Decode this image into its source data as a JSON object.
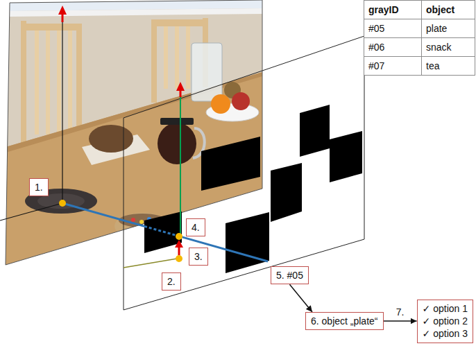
{
  "diagram": {
    "nodes": [
      {
        "text": [
          "1."
        ]
      },
      {
        "text": [
          "4."
        ]
      },
      {
        "text": [
          "3."
        ]
      },
      {
        "text": [
          "2."
        ]
      },
      {
        "text": [
          "5. #05"
        ]
      },
      {
        "text": [
          "6. object „plate“"
        ]
      },
      {
        "text": [
          "✓ option 1",
          "✓ option 2",
          "✓ option 3"
        ]
      }
    ],
    "edges": [
      {
        "from": 4,
        "to": 5,
        "arrow": "to"
      },
      {
        "from": 5,
        "to": 6,
        "label": "7.",
        "arrow": "to"
      }
    ],
    "labels": [
      "grayID",
      "object",
      "#05",
      "plate",
      "#06",
      "snack",
      "#07",
      "tea"
    ]
  }
}
